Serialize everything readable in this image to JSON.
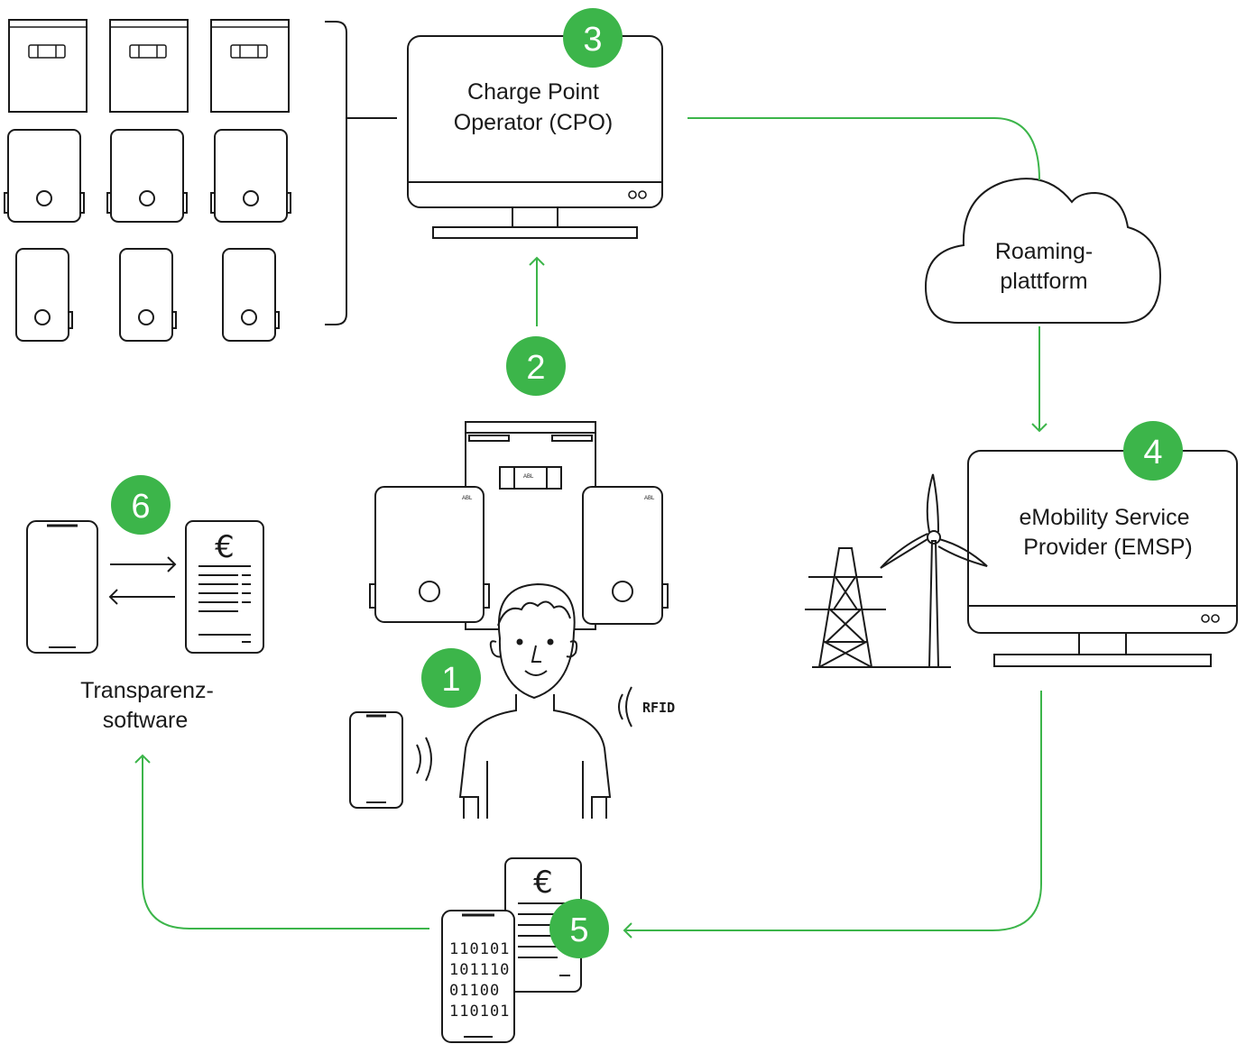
{
  "diagram": {
    "cpo": {
      "label_line1": "Charge Point",
      "label_line2": "Operator (CPO)"
    },
    "roaming": {
      "label_line1": "Roaming-",
      "label_line2": "plattform"
    },
    "emsp": {
      "label_line1": "eMobility Service",
      "label_line2": "Provider (EMSP)"
    },
    "transparency": {
      "label_line1": "Transparenz-",
      "label_line2": "software"
    },
    "rfid_label": "RFID",
    "euro_symbol": "€",
    "binary_lines": [
      "110101",
      "101110",
      "01100",
      "110101"
    ],
    "steps": [
      "1",
      "2",
      "3",
      "4",
      "5",
      "6"
    ],
    "brand_small": "ABL",
    "colors": {
      "accent_green": "#3cb54a",
      "line_dark": "#1a1a1a",
      "arrow_green": "#3cb54a"
    }
  }
}
